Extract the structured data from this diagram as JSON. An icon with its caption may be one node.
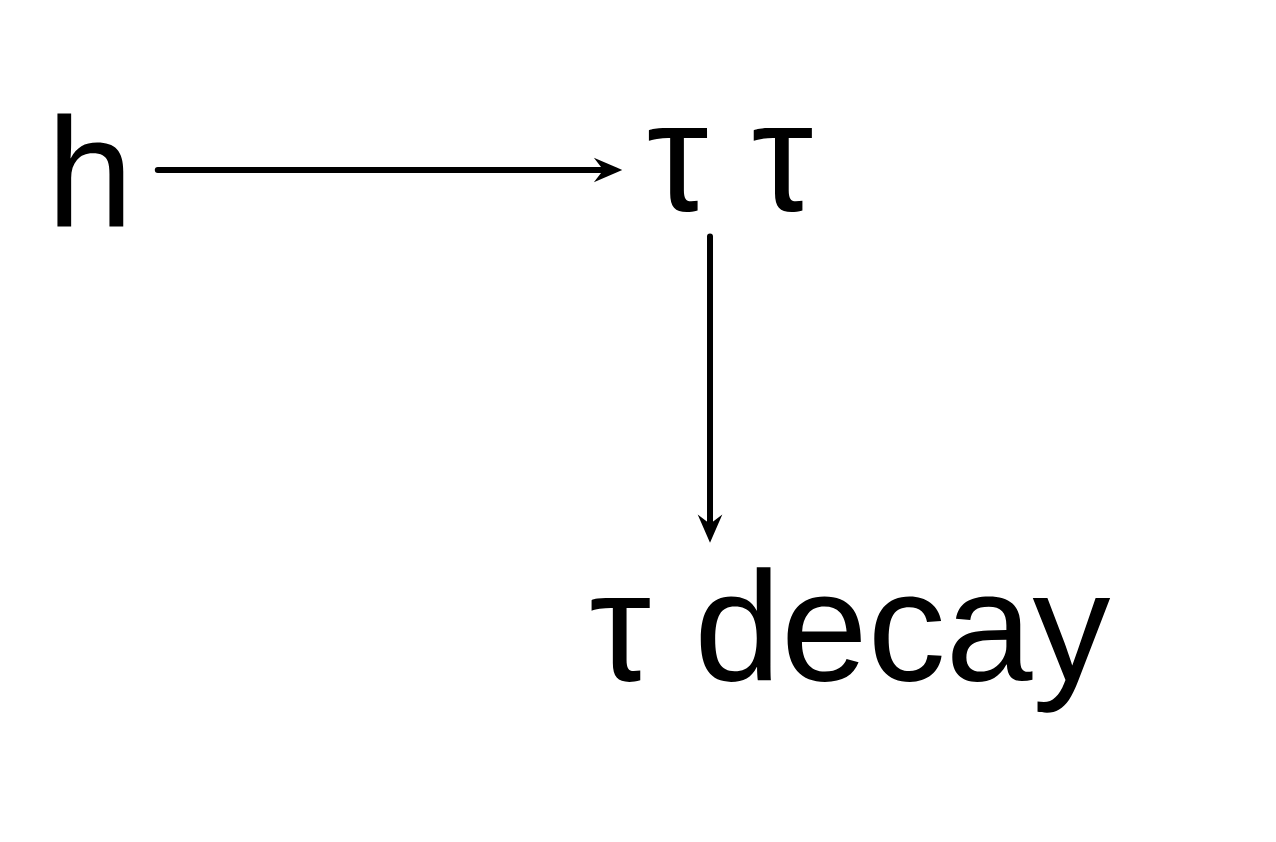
{
  "diagram": {
    "nodes": [
      {
        "text": [
          "h"
        ]
      },
      {
        "text": [
          "τ τ"
        ]
      },
      {
        "text": [
          "τ decay"
        ]
      }
    ],
    "edges": [
      {
        "from": 0,
        "to": 1,
        "arrow": "to"
      },
      {
        "from": 1,
        "to": 2,
        "arrow": "to"
      }
    ]
  }
}
